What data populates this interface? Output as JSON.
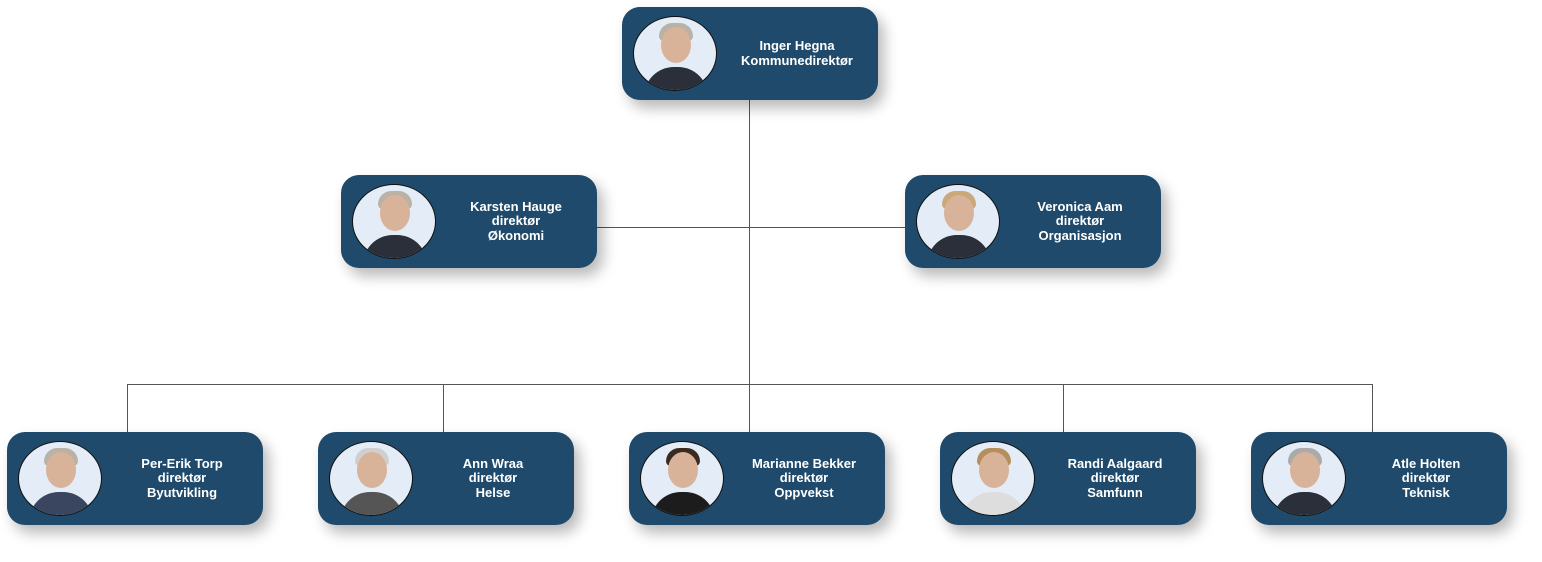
{
  "top": {
    "name": "Inger Hegna",
    "title": "Kommunedirektør"
  },
  "middle": [
    {
      "name": "Karsten Hauge",
      "title": "direktør",
      "unit": "Økonomi"
    },
    {
      "name": "Veronica Aam",
      "title": "direktør",
      "unit": "Organisasjon"
    }
  ],
  "bottom": [
    {
      "name": "Per-Erik Torp",
      "title": "direktør",
      "unit": "Byutvikling"
    },
    {
      "name": "Ann Wraa",
      "title": "direktør",
      "unit": "Helse"
    },
    {
      "name": "Marianne Bekker",
      "title": "direktør",
      "unit": "Oppvekst"
    },
    {
      "name": "Randi Aalgaard",
      "title": "direktør",
      "unit": "Samfunn"
    },
    {
      "name": "Atle Holten",
      "title": "direktør",
      "unit": "Teknisk"
    }
  ],
  "colors": {
    "card": "#1f4a6b",
    "line": "#555555"
  }
}
